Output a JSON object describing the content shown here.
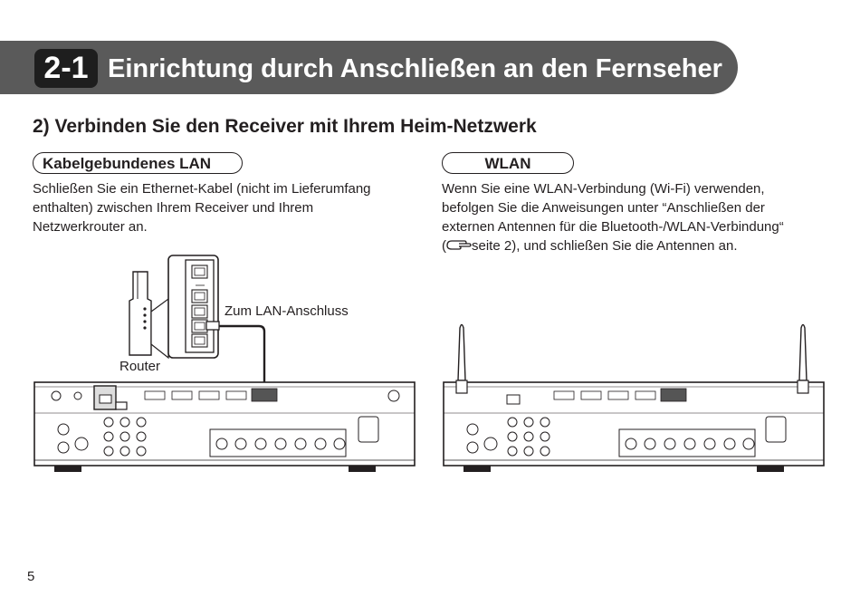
{
  "header": {
    "section_number": "2-1",
    "section_title": "Einrichtung durch Anschließen an den Fernseher"
  },
  "step": {
    "heading": "2) Verbinden Sie den Receiver mit Ihrem Heim-Netzwerk"
  },
  "lan": {
    "title": "Kabelgebundenes LAN",
    "text_lines": [
      "Schließen Sie ein Ethernet-Kabel (nicht im Lieferumfang",
      "enthalten) zwischen Ihrem Receiver und Ihrem",
      "Netzwerkrouter an."
    ],
    "label_port": "Zum LAN-Anschluss",
    "label_router": "Router"
  },
  "wlan": {
    "title": "WLAN",
    "text_lines": [
      "Wenn Sie eine WLAN-Verbindung (Wi-Fi) verwenden,",
      "befolgen Sie die Anweisungen unter “Anschließen der",
      "externen Antennen für die Bluetooth-/WLAN-Verbindung“"
    ],
    "text_last_prefix": "(",
    "text_last_suffix": "seite 2), und schließen Sie die Antennen an."
  },
  "page_number": "5"
}
